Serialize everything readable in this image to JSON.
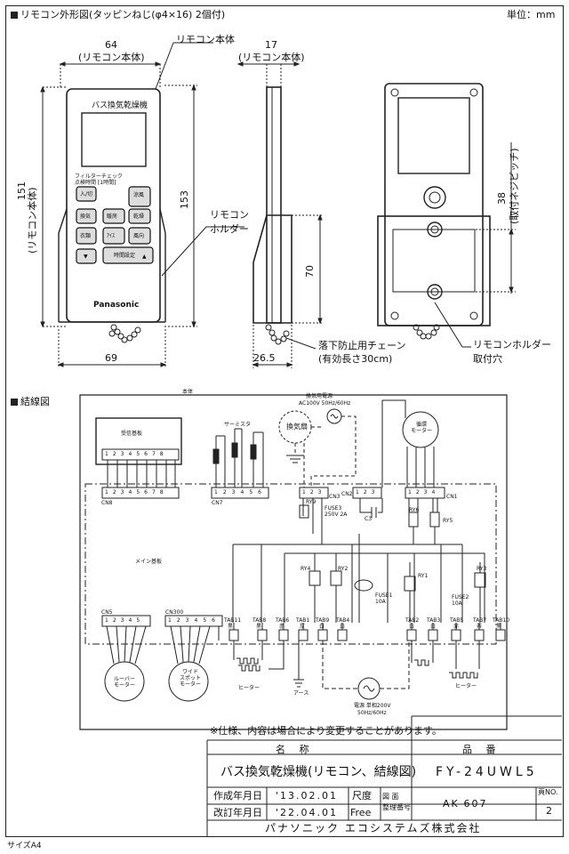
{
  "header": {
    "title": "リモコン外形図(タッピンねじ(φ4×16) 2個付)",
    "unit": "単位：mm"
  },
  "remote_front": {
    "width_dim": "64",
    "width_sub": "(リモコン本体)",
    "body_label": "リモコン本体",
    "height_body": "151",
    "height_body_sub": "(リモコン本体)",
    "height_total": "153",
    "holder_label": "リモコン\nホルダー",
    "bottom_width": "69",
    "device_title": "バス換気乾燥機",
    "filter_text": "フィルターチェック\n点検時間 [1時間]",
    "brand": "Panasonic",
    "buttons": [
      "入/切",
      "涼風",
      "換気",
      "暖房",
      "乾燥",
      "衣類",
      "ｱｲｽ",
      "風向",
      "▼",
      "時間設定",
      "▲"
    ]
  },
  "remote_side": {
    "depth_dim": "17",
    "depth_sub": "(リモコン本体)",
    "holder_height": "70",
    "bottom_depth": "26.5"
  },
  "remote_back": {
    "pitch_dim": "38",
    "pitch_sub": "(取付ネジピッチ)",
    "hole_label": "リモコンホルダー\n取付穴"
  },
  "chain_label": "落下防止用チェーン",
  "chain_sub": "(有効長さ30cm)",
  "wiring": {
    "title": "結線図",
    "body_label": "本体",
    "power_label": "換気用電源",
    "power_spec": "AC100V 50Hz/60Hz",
    "receiver": "受信基板",
    "thermistor": "サーミスタ",
    "main_board": "メイン基板",
    "cn8": "CN8",
    "cn7": "CN7",
    "cn3": "CN3",
    "cn2": "CN2",
    "cn1": "CN1",
    "cn5": "CN5",
    "cn300": "CN300",
    "c3": "C3",
    "ry6": "RY6",
    "ry5": "RY5",
    "ry4": "RY4",
    "ry2": "RY2",
    "ry1": "RY1",
    "ry3": "RY3",
    "ry9": "RY9",
    "fuse1": "FUSE3\n250V 2A",
    "fuse2": "FUSE1\n10A",
    "fuse3": "FUSE2\n10A",
    "vent_fan": "換気扇",
    "circ_motor": "循環\nモーター",
    "louver_motor": "ルーバー\nモーター",
    "wide_spot": "ワイド\nスポット\nモーター",
    "heater_label": "ヒーター",
    "ground": "アース",
    "supply_label": "電源 単相200V",
    "supply_freq": "50Hz/60Hz",
    "tabs": [
      "TAB11",
      "TAB8",
      "TAB6",
      "TAB1",
      "TAB9",
      "TAB4",
      "TAB2",
      "TAB3",
      "TAB5",
      "TAB7",
      "TAB10"
    ],
    "tab_colors": [
      "黒",
      "黒",
      "赤",
      "灰",
      "白",
      "白",
      "白",
      "白",
      "赤",
      "茶",
      "黒"
    ],
    "pins8": [
      "1",
      "2",
      "3",
      "4",
      "5",
      "6",
      "7",
      "8"
    ],
    "pins6": [
      "1",
      "2",
      "3",
      "4",
      "5",
      "6"
    ],
    "pins3": [
      "1",
      "2",
      "3"
    ],
    "pins4": [
      "1",
      "2",
      "3",
      "4"
    ],
    "pins5": [
      "1",
      "2",
      "3",
      "4",
      "5"
    ]
  },
  "notice": "※仕様、内容は場合により変更することがあります。",
  "title_block": {
    "name_header": "名 称",
    "part_header": "品 番",
    "name": "バス換気乾燥機(リモコン、結線図)",
    "part_no": "FY-24UWL5",
    "created_label": "作成年月日",
    "created_date": "'13.02.01",
    "revised_label": "改訂年月日",
    "revised_date": "'22.04.01",
    "scale_label": "尺度",
    "scale_value": "Free",
    "drawing_label": "図 面\n整理番号",
    "drawing_no": "AK-607",
    "page_label": "頁NO.",
    "page_no": "2",
    "company": "パナソニック エコシステムズ株式会社"
  },
  "footer": "サイズA4"
}
